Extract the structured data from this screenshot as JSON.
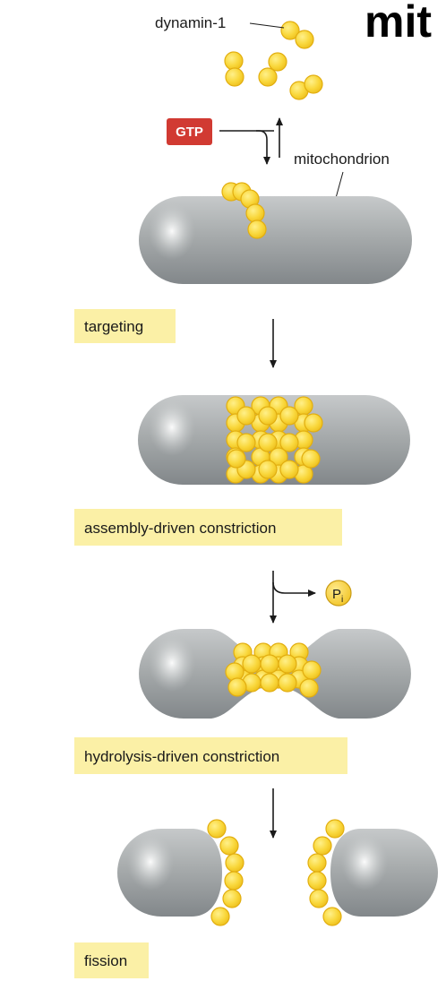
{
  "header": {
    "title_fragment": "mit"
  },
  "labels": {
    "dynamin": "dynamin-1",
    "mitochondrion": "mitochondrion",
    "gtp": "GTP",
    "pi_letter": "P",
    "pi_sub": "i"
  },
  "stages": [
    "targeting",
    "assembly-driven constriction",
    "hydrolysis-driven constriction",
    "fission"
  ],
  "colors": {
    "dynamin_fill": "#f9d73b",
    "dynamin_stroke": "#e2ae10",
    "mitochondrion_body": "#a9adae",
    "gtp_badge": "#d13a32",
    "stage_label_bg": "#fbf0a6"
  }
}
